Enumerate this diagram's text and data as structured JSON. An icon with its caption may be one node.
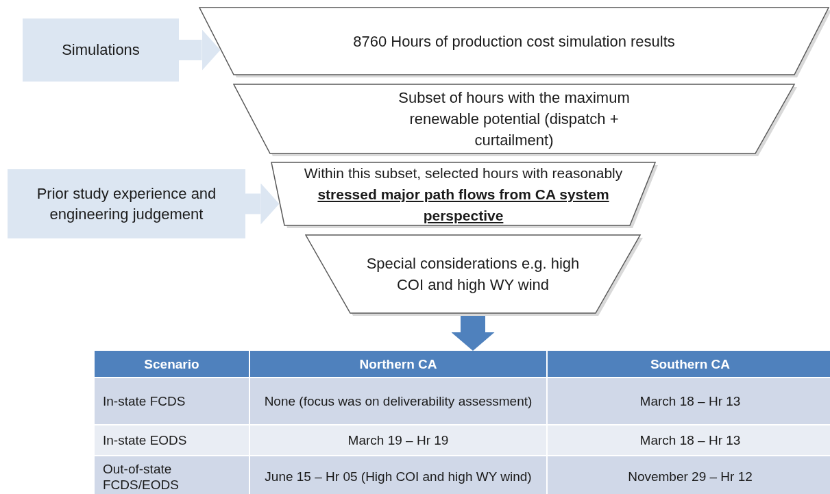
{
  "diagram": {
    "nodes": [
      {
        "text": [
          "Simulations"
        ]
      },
      {
        "text": [
          "8760 Hours of production cost simulation results"
        ]
      },
      {
        "text": [
          "Subset of hours with the maximum renewable potential (dispatch + curtailment)"
        ]
      },
      {
        "text": [
          "Prior study experience and engineering judgement"
        ]
      },
      {
        "text": [
          "Within this subset, selected hours with reasonably **stressed major path flows from CA system perspective**"
        ]
      },
      {
        "text": [
          "Special considerations e.g. high COI and high WY wind"
        ]
      },
      {
        "text": [],
        "shape": "box"
      }
    ],
    "edges": [
      {
        "from": 0,
        "to": 1,
        "arrow": "to"
      },
      {
        "from": 3,
        "to": 4,
        "arrow": "to"
      },
      {
        "from": 5,
        "to": 6,
        "arrow": "to",
        "color": "#4f81bd"
      }
    ],
    "labels": [
      "Scenario",
      "Northern CA",
      "Southern CA",
      "In-state FCDS",
      "None (focus was on deliverability assessment)",
      "March 18 – Hr 13",
      "In-state EODS",
      "March 19 – Hr 19",
      "March 18 – Hr 13",
      "Out-of-state FCDS/EODS",
      "June 15 – Hr 05 (High COI and high WY wind)",
      "November 29 – Hr 12"
    ]
  }
}
